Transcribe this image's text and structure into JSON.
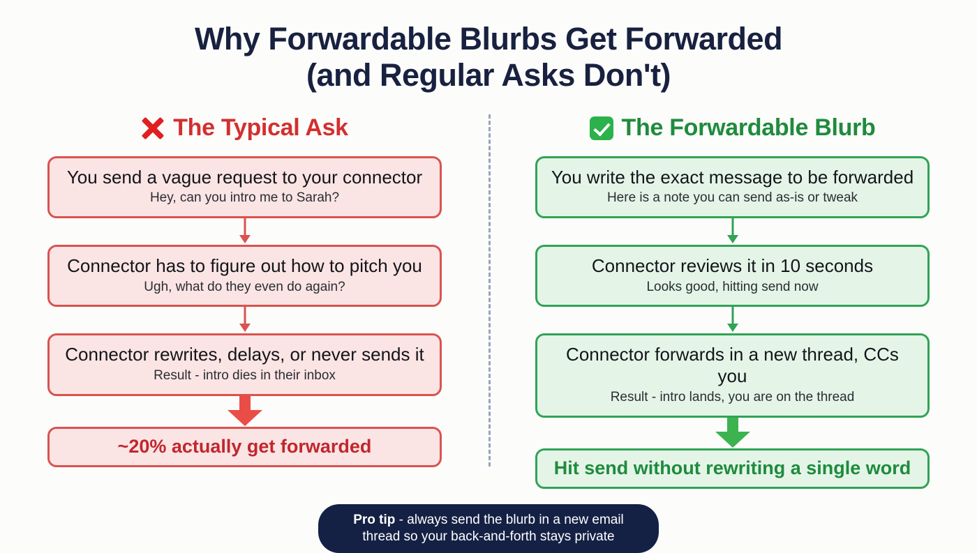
{
  "title": {
    "line1": "Why Forwardable Blurbs Get Forwarded",
    "line2": "(and Regular Asks Don't)"
  },
  "colors": {
    "background": "#fcfcfb",
    "title_text": "#18213f",
    "bad_accent": "#d32f2f",
    "bad_border": "#d9534f",
    "bad_fill": "#fbe4e4",
    "bad_result_text": "#c0272d",
    "good_accent": "#1f8b3d",
    "good_border": "#31a354",
    "good_fill": "#e4f5e8",
    "divider": "#9aa3bb",
    "protip_bg": "#142144",
    "protip_text": "#ffffff"
  },
  "left_column": {
    "icon": "cross-mark-icon",
    "heading": "The Typical Ask",
    "steps": [
      {
        "title": "You send a vague request to your connector",
        "subtitle": "Hey, can you intro me to Sarah?"
      },
      {
        "title": "Connector has to figure out how to pitch you",
        "subtitle": "Ugh, what do they even do again?"
      },
      {
        "title": "Connector rewrites, delays, or never sends it",
        "subtitle": "Result - intro dies in their inbox"
      }
    ],
    "result": "~20% actually get forwarded"
  },
  "right_column": {
    "icon": "check-mark-button-icon",
    "heading": "The Forwardable Blurb",
    "steps": [
      {
        "title": "You write the exact message to be forwarded",
        "subtitle": "Here is a note you can send as-is or tweak"
      },
      {
        "title": "Connector reviews it in 10 seconds",
        "subtitle": "Looks good, hitting send now"
      },
      {
        "title": "Connector forwards in a new thread, CCs you",
        "subtitle": "Result - intro lands, you are on the thread"
      }
    ],
    "result": "Hit send without rewriting a single word"
  },
  "protip": {
    "label": "Pro tip",
    "text": " - always send the blurb in a new email thread so your back-and-forth stays private"
  }
}
